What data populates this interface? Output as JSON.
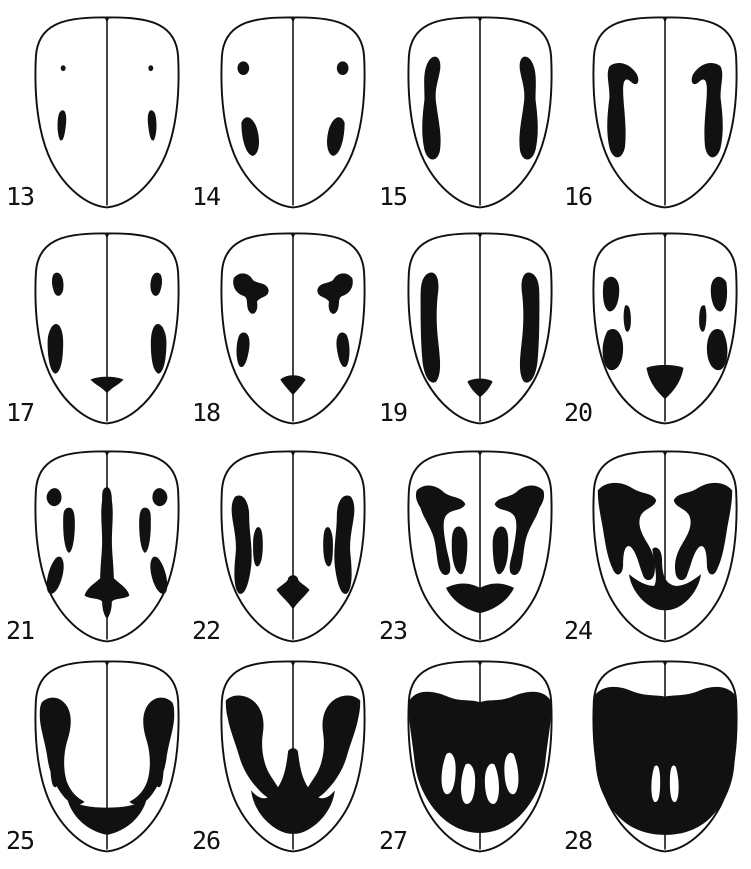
{
  "figures": [
    {
      "number": "13",
      "pattern": "two-small-spots-and-two-short-dashes"
    },
    {
      "number": "14",
      "pattern": "two-round-spots-and-two-oblique-streaks"
    },
    {
      "number": "15",
      "pattern": "long-lateral-vittae"
    },
    {
      "number": "16",
      "pattern": "hooked-lateral-vittae"
    },
    {
      "number": "17",
      "pattern": "basal-spots-lateral-streaks-and-apical-spot"
    },
    {
      "number": "18",
      "pattern": "irregular-basal-blotches-and-apical-spot"
    },
    {
      "number": "19",
      "pattern": "long-vittae-and-small-apical-spot"
    },
    {
      "number": "20",
      "pattern": "divided-spots-and-apical-spot"
    },
    {
      "number": "21",
      "pattern": "sutural-stripe-with-scattered-spots"
    },
    {
      "number": "22",
      "pattern": "lateral-streaks-inner-dashes-and-apical-spot"
    },
    {
      "number": "23",
      "pattern": "broad-lateral-bands-and-apical-crescent"
    },
    {
      "number": "24",
      "pattern": "joined-bands-forming-a-U"
    },
    {
      "number": "25",
      "pattern": "broad-U-with-pale-windows"
    },
    {
      "number": "26",
      "pattern": "broad-U-with-sutural-stripe"
    },
    {
      "number": "27",
      "pattern": "dark-with-four-pale-windows"
    },
    {
      "number": "28",
      "pattern": "almost-entirely-dark-with-two-pale-slits"
    }
  ],
  "colors": {
    "ink": "#111111",
    "paper": "#ffffff"
  }
}
